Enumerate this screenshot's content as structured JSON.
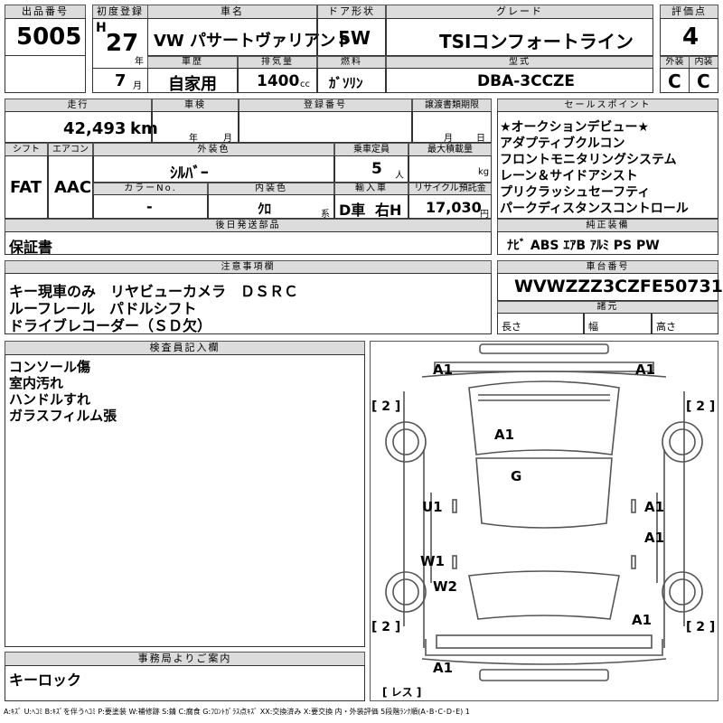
{
  "header": {
    "lot_label": "出品番号",
    "lot": "5005",
    "reg_label": "初度登録",
    "era": "H",
    "year_num": "27",
    "year_unit": "年",
    "month_num": "7",
    "month_unit": "月",
    "name_label": "車名",
    "name": "VW パサートヴァリアント",
    "history_label": "車歴",
    "history": "自家用",
    "disp_label": "排気量",
    "disp": "1400",
    "disp_unit": "cc",
    "door_label": "ドア形状",
    "door": "5W",
    "fuel_label": "燃料",
    "fuel": "ｶﾞｿﾘﾝ",
    "grade_label": "グレード",
    "grade": "TSIコンフォートライン",
    "model_label": "型式",
    "model": "DBA-3CCZE",
    "score_label": "評価点",
    "score": "4",
    "ext_label": "外装",
    "ext": "C",
    "int_label": "内装",
    "int": "C"
  },
  "row2": {
    "mileage_label": "走行",
    "mileage": "42,493",
    "mileage_unit": "km",
    "inspect_label": "車検",
    "inspect_y": "年",
    "inspect_m": "月",
    "plate_label": "登録番号",
    "transfer_label": "譲渡書類期限",
    "transfer_m": "月",
    "transfer_d": "日",
    "shift_label": "シフト",
    "shift": "FAT",
    "ac_label": "エアコン",
    "ac": "AAC",
    "color_label": "外装色",
    "color": "ｼﾙﾊﾞｰ",
    "seats_label": "乗車定員",
    "seats": "5",
    "seats_unit": "人",
    "load_label": "最大積載量",
    "load_unit": "kg",
    "colorno_label": "カラーNo.",
    "colorno": "-",
    "intcolor_label": "内装色",
    "intcolor": "ｸﾛ",
    "intcolor_unit": "系",
    "import_label": "輸入車",
    "import_d": "D車",
    "import_h": "右H",
    "recycle_label": "リサイクル預託金",
    "recycle": "17,030",
    "recycle_unit": "円",
    "later_label": "後日発送部品",
    "later": "保証書"
  },
  "sales": {
    "label": "セールスポイント",
    "lines": [
      "★オークションデビュー★",
      "アダプティブクルコン",
      "フロントモニタリングシステム",
      "レーン＆サイドアシスト",
      "プリクラッシュセーフティ",
      "パークディスタンスコントロール"
    ]
  },
  "equip": {
    "label": "純正装備",
    "text": "ﾅﾋﾞ ABS ｴｱB ｱﾙﾐ PS PW"
  },
  "notes": {
    "label": "注意事項欄",
    "lines": [
      "キー現車のみ　リヤビューカメラ　ＤＳＲＣ",
      "ルーフレール　パドルシフト",
      "ドライブレコーダー（ＳＤ欠）"
    ]
  },
  "vin": {
    "label": "車台番号",
    "text": "WVWZZZ3CZFE507312",
    "dim_label": "諸元",
    "len": "長さ",
    "width": "幅",
    "height": "高さ"
  },
  "inspector": {
    "label": "検査員記入欄",
    "lines": [
      "コンソール傷",
      "室内汚れ",
      "ハンドルすれ",
      "ガラスフィルム張"
    ]
  },
  "office": {
    "label": "事務局よりご案内",
    "text": "キーロック"
  },
  "diagram": {
    "marks": [
      "A1",
      "A1",
      "A1",
      "G",
      "U1",
      "A1",
      "A1",
      "W1",
      "W2",
      "A1",
      "A1"
    ],
    "tires": [
      "[ 2 ]",
      "[ 2 ]",
      "[ 2 ]",
      "[ 2 ]"
    ],
    "spare": "[ レス ]"
  },
  "legend": "A:ｷｽﾞ U:ﾍｺﾐ B:ｷｽﾞを伴うﾍｺﾐ P:要塗装 W:補修跡 S:錆 C:腐食 G:ﾌﾛﾝﾄｶﾞﾗｽ点ｷｽﾞ XX:交換済み X:要交換 内・外装評価 5段階ﾗﾝｸ順(A･B･C･D･E) 1"
}
